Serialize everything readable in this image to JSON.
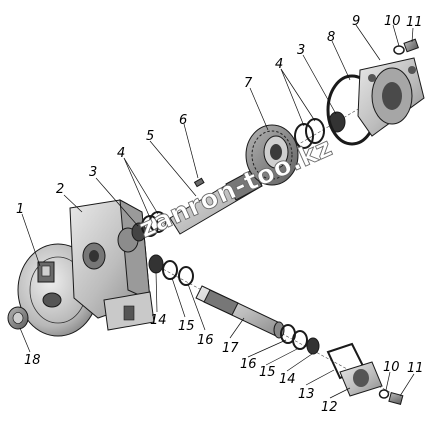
{
  "watermark": "zanron-too.kz",
  "callouts": {
    "n1": "1",
    "n2": "2",
    "n3_left": "3",
    "n3_right": "3",
    "n4_left": "4",
    "n4_right": "4",
    "n5": "5",
    "n6": "6",
    "n7": "7",
    "n8": "8",
    "n9": "9",
    "n10_top": "10",
    "n10_bottom": "10",
    "n11_top": "11",
    "n11_bottom": "11",
    "n12": "12",
    "n13": "13",
    "n14_left": "14",
    "n14_right": "14",
    "n15_left": "15",
    "n15_right": "15",
    "n16_left": "16",
    "n16_right": "16",
    "n17": "17",
    "n18": "18"
  }
}
